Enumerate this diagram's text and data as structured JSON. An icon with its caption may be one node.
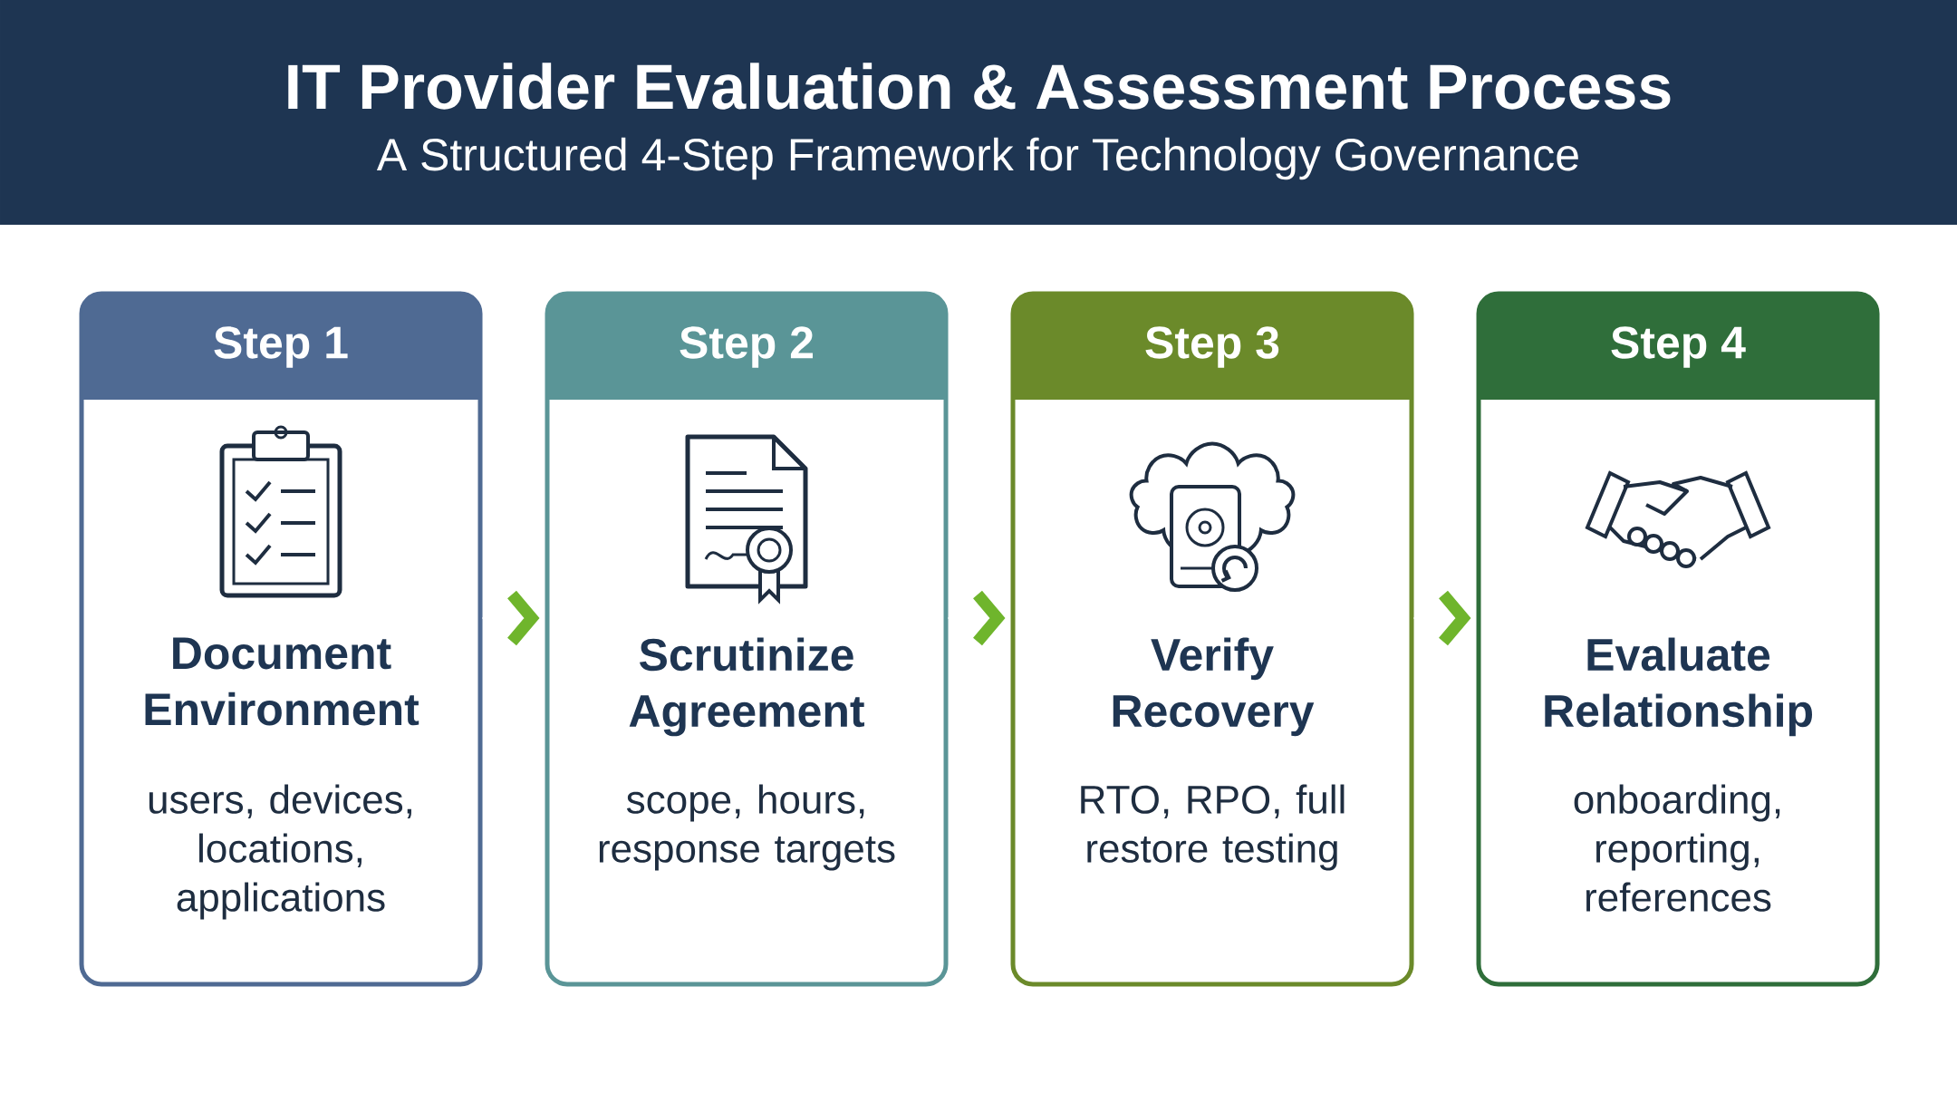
{
  "diagram": {
    "title": "IT Provider Evaluation & Assessment Process",
    "nodes": [
      {
        "text": [
          "Step 1",
          "Document Environment",
          "users, devices, locations, applications"
        ]
      },
      {
        "text": [
          "Step 2",
          "Scrutinize Agreement",
          "scope, hours, response targets"
        ]
      },
      {
        "text": [
          "Step 3",
          "Verify Recovery",
          "RTO, RPO, full restore testing"
        ]
      },
      {
        "text": [
          "Step 4",
          "Evaluate Relationship",
          "onboarding, reporting, references"
        ]
      }
    ],
    "edges": [
      {
        "from": 0,
        "to": 1,
        "arrow": "to"
      },
      {
        "from": 1,
        "to": 2,
        "arrow": "to"
      },
      {
        "from": 2,
        "to": 3,
        "arrow": "to"
      }
    ],
    "labels": [
      "A Structured 4-Step Framework for Technology Governance"
    ]
  }
}
